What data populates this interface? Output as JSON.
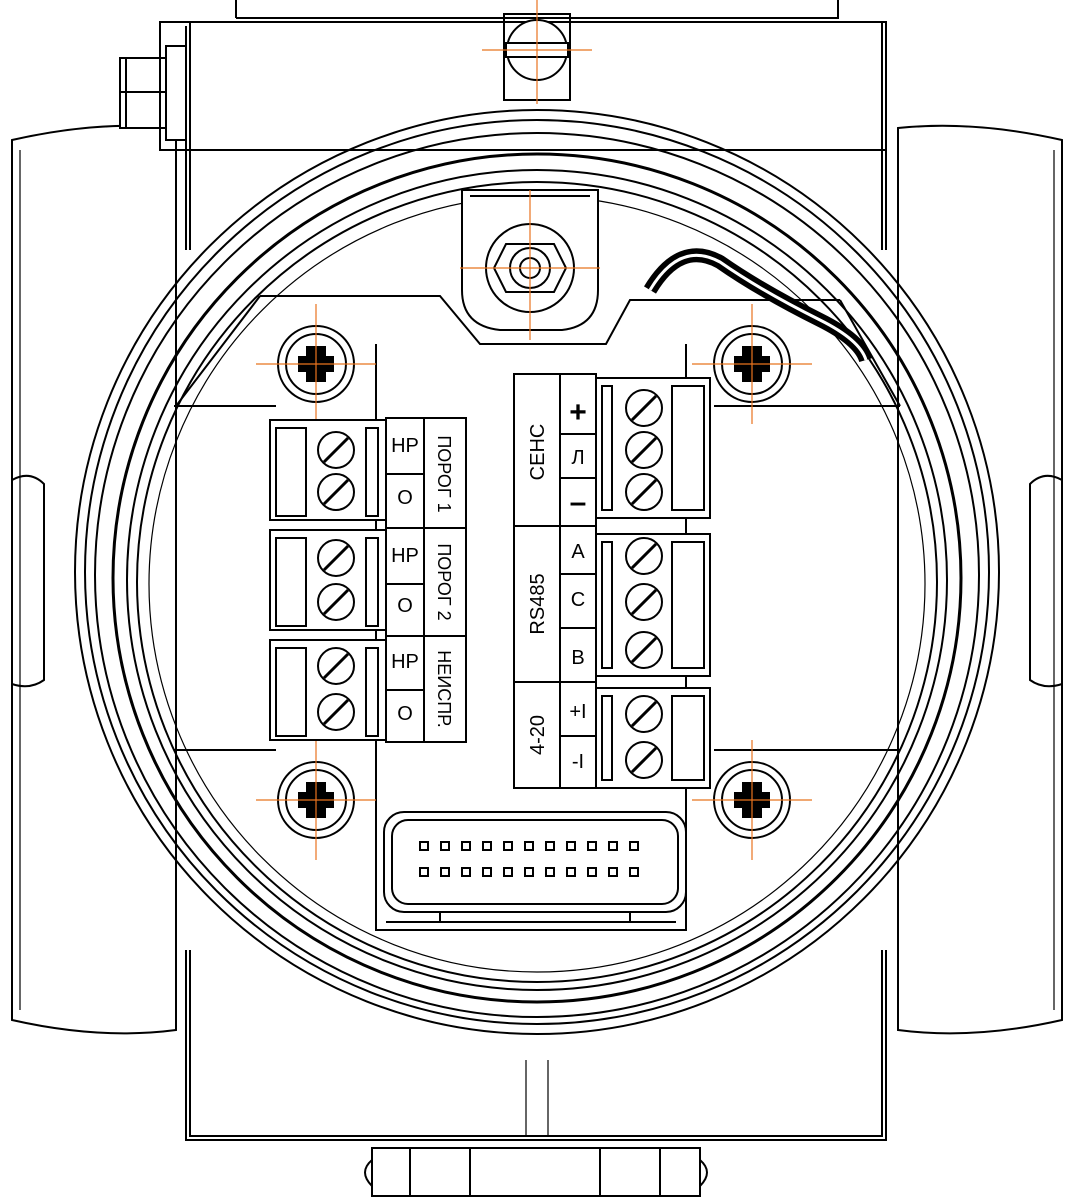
{
  "left_terminals": {
    "porog1": {
      "group": "ПОРОГ 1",
      "pins": [
        "НР",
        "О"
      ]
    },
    "porog2": {
      "group": "ПОРОГ 2",
      "pins": [
        "НР",
        "О"
      ]
    },
    "neispr": {
      "group": "НЕИСПР.",
      "pins": [
        "НР",
        "О"
      ]
    }
  },
  "right_terminals": {
    "sens": {
      "group": "СЕНС",
      "pins": [
        "+",
        "Л",
        "–"
      ]
    },
    "rs485": {
      "group": "RS485",
      "pins": [
        "A",
        "C",
        "B"
      ]
    },
    "loop": {
      "group": "4-20",
      "pins": [
        "+I",
        "-I"
      ]
    }
  },
  "colors": {
    "line": "#000000",
    "centerline": "#e8731e",
    "background": "#ffffff"
  }
}
